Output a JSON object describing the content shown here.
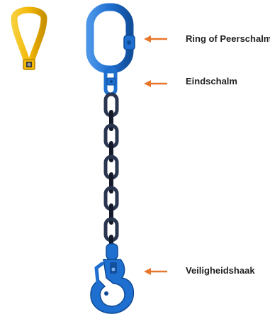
{
  "labels": {
    "ring": "Ring of Peerschalm",
    "end_link": "Eindschalm",
    "hook": "Veiligheidshaak"
  },
  "icons": {
    "pear_link": "pear-link-icon",
    "master_ring": "master-ring-icon",
    "end_link": "end-link-icon",
    "chain": "chain-icon",
    "hook": "safety-hook-icon",
    "arrow": "arrow-left-icon"
  },
  "colors": {
    "yellow_link": "#f2b705",
    "yellow_dark": "#b98800",
    "blue_part": "#1e6fd0",
    "blue_dark": "#0f4a94",
    "chain": "#2a3550",
    "chain_dark": "#141a2a",
    "arrow": "#e8772e",
    "text": "#222222"
  }
}
